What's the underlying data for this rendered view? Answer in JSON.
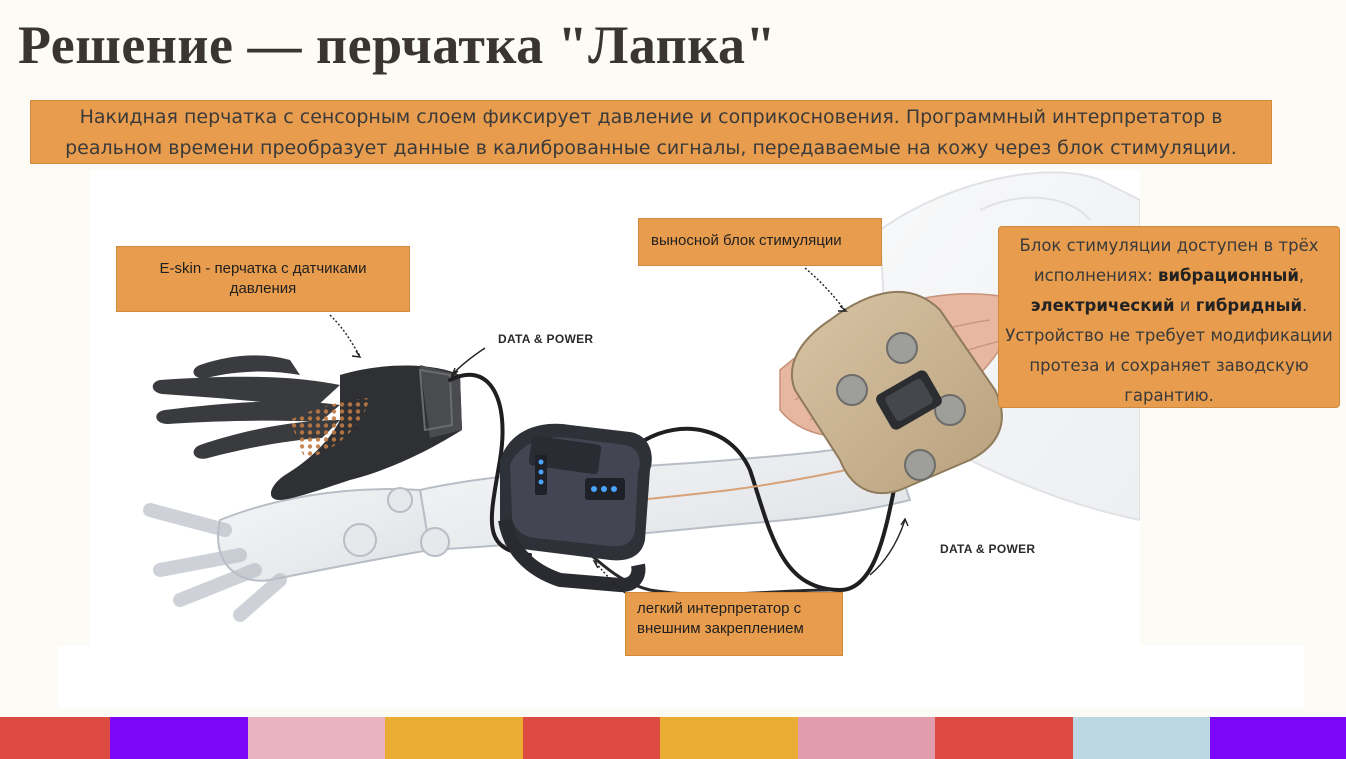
{
  "slide": {
    "title": "Решение — перчатка \"Лапка\"",
    "subtitle_line1": "Накидная перчатка с сенсорным слоем фиксирует давление и соприкосновения. Программный интерпретатор в",
    "subtitle_line2": "реальном времени преобразует данные в калиброванные сигналы, передаваемые на кожу через блок стимуляции."
  },
  "callouts": {
    "eskin_line1": "E-skin - перчатка с датчиками",
    "eskin_line2": "давления",
    "remote_unit": "выносной блок стимуляции",
    "interpreter_line1": "легкий интерпретатор с",
    "interpreter_line2": "внешним закреплением",
    "variants": {
      "part1": "Блок стимуляции доступен в трёх исполнениях: ",
      "vibro": "вибрационный",
      "sep1": ", ",
      "electric": "электрический",
      "sep2": " и ",
      "hybrid": "гибридный",
      "part2": ". Устройство не требует модификации протеза и сохраняет заводскую гарантию."
    }
  },
  "labels": {
    "data_power_top": "DATA & POWER",
    "data_power_bottom": "DATA & POWER"
  },
  "colors": {
    "callout_bg": "#e89c4d",
    "title": "#3b3530",
    "stripes": [
      "#dd4a42",
      "#7c06f6",
      "#eab3c1",
      "#e9ad33",
      "#dd4a42",
      "#e9ad33",
      "#e29dad",
      "#dd4a42",
      "#bcd9e1",
      "#7c06f6"
    ]
  }
}
